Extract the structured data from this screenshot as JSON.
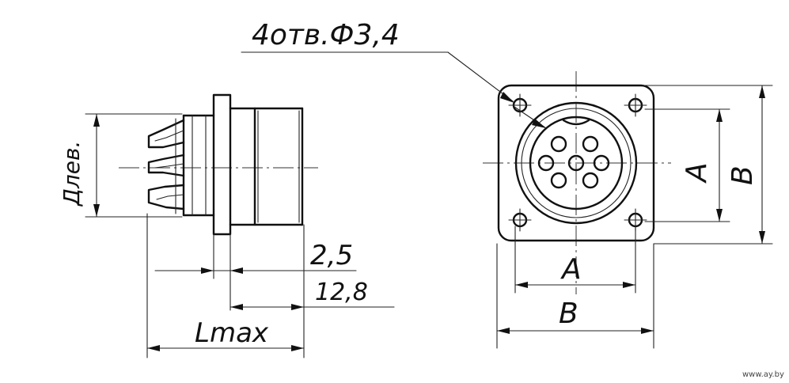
{
  "labels": {
    "holes_note": "4отв.Ф3,4",
    "d_lev": "Длев.",
    "dim_2_5": "2,5",
    "dim_12_8": "12,8",
    "l_max": "Lmax",
    "front_a_horizontal": "A",
    "front_b_horizontal": "B",
    "front_a_vertical": "A",
    "front_b_vertical": "B"
  },
  "watermark": "www.ay.by"
}
